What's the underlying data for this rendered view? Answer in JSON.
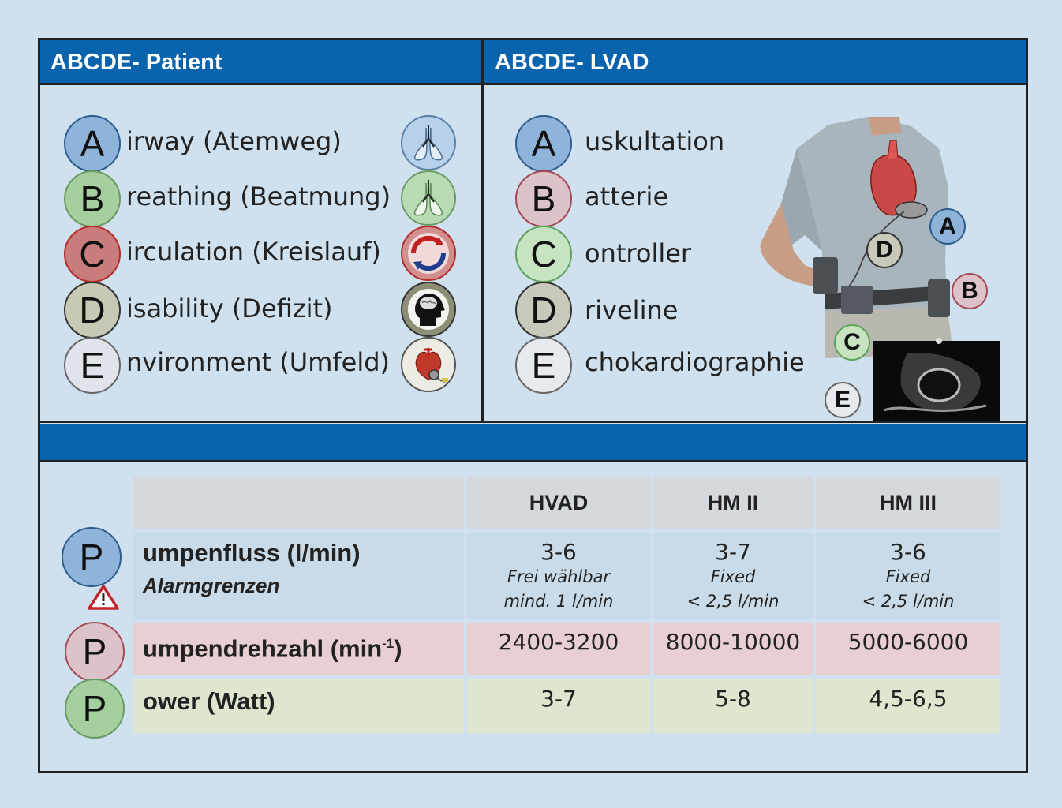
{
  "left_panel": {
    "title": "ABCDE- Patient",
    "items": [
      {
        "letter": "A",
        "text": "irway (Atemweg)",
        "icon": "lungs-icon"
      },
      {
        "letter": "B",
        "text": "reathing (Beatmung)",
        "icon": "lungs-icon"
      },
      {
        "letter": "C",
        "text": "irculation (Kreislauf)",
        "icon": "circulation-icon"
      },
      {
        "letter": "D",
        "text": "isability (Defizit)",
        "icon": "brain-head-icon"
      },
      {
        "letter": "E",
        "text": "nvironment (Umfeld)",
        "icon": "heart-device-icon"
      }
    ]
  },
  "right_panel": {
    "title": "ABCDE- LVAD",
    "items": [
      {
        "letter": "A",
        "text": "uskultation"
      },
      {
        "letter": "B",
        "text": "atterie"
      },
      {
        "letter": "C",
        "text": "ontroller"
      },
      {
        "letter": "D",
        "text": "riveline"
      },
      {
        "letter": "E",
        "text": "chokardiographie"
      }
    ],
    "figure_markers": [
      "A",
      "B",
      "C",
      "D",
      "E"
    ]
  },
  "table": {
    "headers": [
      "",
      "HVAD",
      "HM II",
      "HM III"
    ],
    "rows": [
      {
        "letter": "P",
        "label": "umpenfluss (l/min)",
        "sublabel": "Alarmgrenzen",
        "warning_icon": "warning-triangle-icon",
        "cells": [
          {
            "value": "3-6",
            "note1": "Frei wählbar",
            "note2": "mind. 1 l/min"
          },
          {
            "value": "3-7",
            "note1": "Fixed",
            "note2": "< 2,5 l/min"
          },
          {
            "value": "3-6",
            "note1": "Fixed",
            "note2": "< 2,5 l/min"
          }
        ]
      },
      {
        "letter": "P",
        "label": "umpendrehzahl (min",
        "label_sup": "-1",
        "label_end": ")",
        "cells": [
          {
            "value": "2400-3200"
          },
          {
            "value": "8000-10000"
          },
          {
            "value": "5000-6000"
          }
        ]
      },
      {
        "letter": "P",
        "label": "ower (Watt)",
        "cells": [
          {
            "value": "3-7"
          },
          {
            "value": "5-8"
          },
          {
            "value": "4,5-6,5"
          }
        ]
      }
    ]
  },
  "colors": {
    "header_blue": "#0a63ad",
    "background": "#cfe1ee",
    "flow_row": "#c9dbe8",
    "rpm_row": "#e8cfd2",
    "power_row": "#dde6cf"
  }
}
